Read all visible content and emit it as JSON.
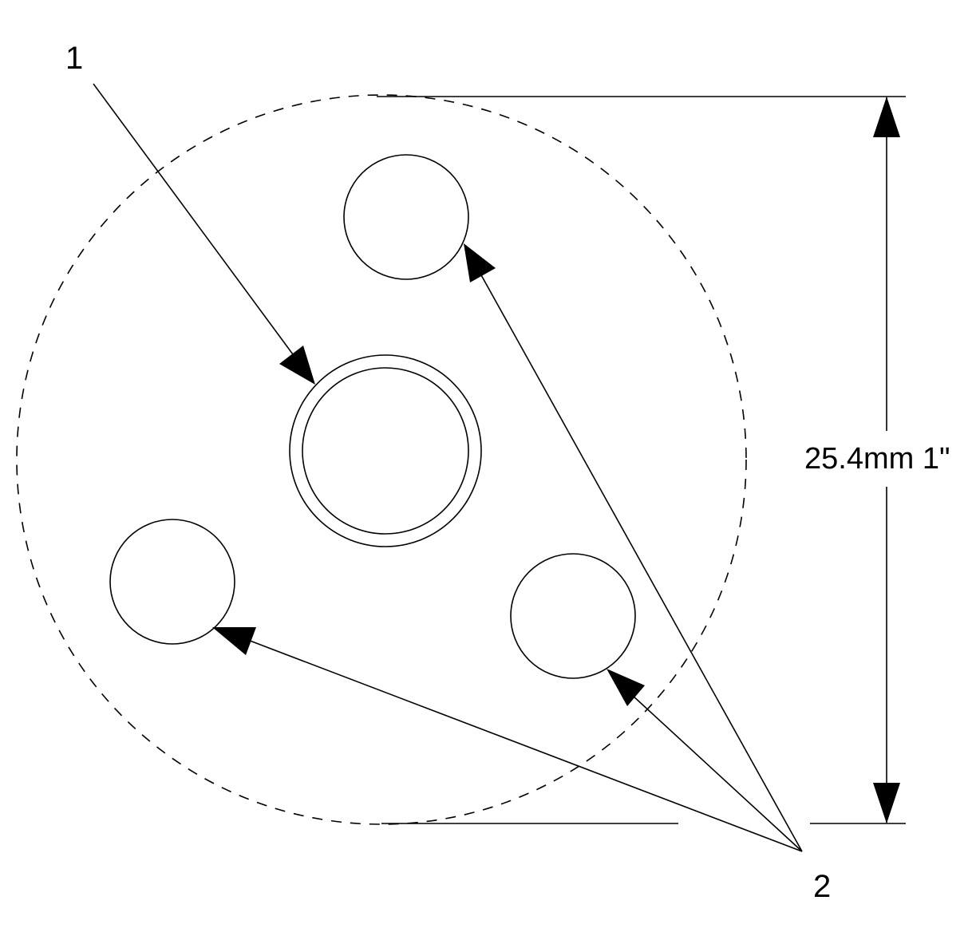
{
  "callouts": {
    "one": "1",
    "two": "2"
  },
  "dimension": {
    "text": "25.4mm 1\""
  },
  "colors": {
    "stroke": "#000000",
    "background": "#ffffff"
  }
}
